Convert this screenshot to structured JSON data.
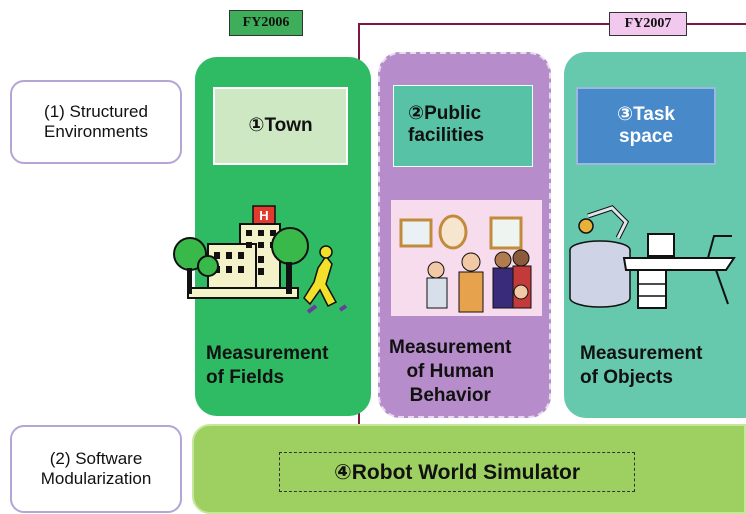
{
  "fiscal_years": {
    "fy2006": "FY2006",
    "fy2007": "FY2007"
  },
  "rows": {
    "structured_environments": {
      "line1": "(1) Structured",
      "line2": "Environments"
    },
    "software_modularization": {
      "line1": "(2) Software",
      "line2": "Modularization"
    }
  },
  "columns": [
    {
      "title": "①Town",
      "measurement_line1": "Measurement",
      "measurement_line2": "of Fields",
      "color": "#2ebb63"
    },
    {
      "title_line1": "②Public",
      "title_line2": "facilities",
      "measurement_line1": "Measurement",
      "measurement_line2": "of Human",
      "measurement_line3": "Behavior",
      "color": "#b68dca"
    },
    {
      "title_line1": "③Task",
      "title_line2": "space",
      "measurement_line1": "Measurement",
      "measurement_line2": "of Objects",
      "color": "#66c8ad"
    }
  ],
  "simulator": {
    "label": "④Robot World Simulator",
    "color": "#9dd061"
  },
  "icons": [
    "town-clipart-icon",
    "public-facilities-clipart-icon",
    "task-space-clipart-icon"
  ]
}
